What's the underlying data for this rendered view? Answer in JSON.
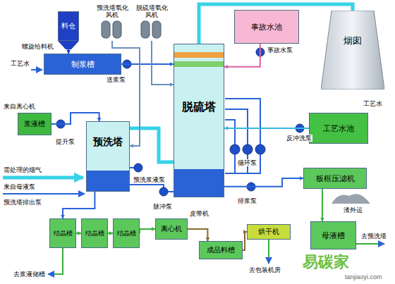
{
  "diagram": {
    "nodes": [
      {
        "text": [
          "料仓"
        ]
      },
      {
        "text": [
          "预洗塔氧化风机"
        ]
      },
      {
        "text": [
          "脱硫塔氧化风机"
        ]
      },
      {
        "text": [
          "制浆槽"
        ]
      },
      {
        "text": [
          "事故水池"
        ]
      },
      {
        "text": [
          "烟囱"
        ]
      },
      {
        "text": [
          "浆液槽"
        ]
      },
      {
        "text": [
          "预洗塔"
        ]
      },
      {
        "text": [
          "脱硫塔"
        ]
      },
      {
        "text": [
          "工艺水池"
        ]
      },
      {
        "text": [
          "板框压滤机"
        ]
      },
      {
        "text": [
          "结晶槽"
        ]
      },
      {
        "text": [
          "结晶槽"
        ]
      },
      {
        "text": [
          "结晶槽"
        ]
      },
      {
        "text": [
          "离心机"
        ]
      },
      {
        "text": [
          "成品料槽"
        ]
      },
      {
        "text": [
          "烘干机"
        ]
      },
      {
        "text": [
          "母液槽"
        ]
      }
    ],
    "edges": [
      {
        "from": 0,
        "to": 3,
        "arrow": "to"
      },
      {
        "from": 3,
        "to": 8,
        "arrow": "to"
      },
      {
        "from": 6,
        "to": 7,
        "arrow": "to"
      },
      {
        "from": 7,
        "to": 8,
        "arrow": "to"
      },
      {
        "from": 8,
        "to": 5,
        "arrow": "to"
      },
      {
        "from": 1,
        "to": 7,
        "arrow": "to"
      },
      {
        "from": 2,
        "to": 8,
        "arrow": "to"
      },
      {
        "from": 4,
        "to": 8,
        "arrow": "to"
      },
      {
        "from": 9,
        "to": 8,
        "arrow": "to"
      },
      {
        "from": 8,
        "to": 10,
        "arrow": "to"
      },
      {
        "from": 10,
        "to": 17,
        "arrow": "to"
      },
      {
        "from": 7,
        "to": 11,
        "arrow": "to"
      },
      {
        "from": 11,
        "to": 12,
        "arrow": "to"
      },
      {
        "from": 12,
        "to": 13,
        "arrow": "to"
      },
      {
        "from": 13,
        "to": 14,
        "arrow": "to"
      },
      {
        "from": 14,
        "to": 15,
        "arrow": "to"
      },
      {
        "from": 15,
        "to": 16,
        "arrow": "to"
      }
    ],
    "labels": [
      "工艺水",
      "螺旋给料机",
      "送浆泵",
      "来自离心机",
      "提升泵",
      "事故水泵",
      "工艺水",
      "反冲洗泵",
      "循环泵",
      "需处理的烟气",
      "来自母液泵",
      "预洗浆液泵",
      "脉冲泵",
      "排浆泵",
      "渣外运",
      "预洗塔排出泵",
      "去浆液储槽",
      "皮带机",
      "去预洗塔",
      "去包装机房",
      "易碳家",
      "tanjiaoyi.com"
    ]
  }
}
